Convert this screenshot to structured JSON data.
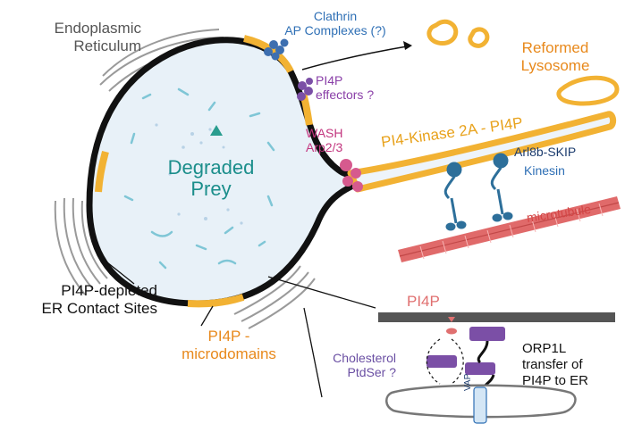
{
  "labels": {
    "endoplasmic_reticulum": "Endoplasmic\nReticulum",
    "clathrin": "Clathrin\nAP Complexes (?)",
    "reformed_lysosome": "Reformed\nLysosome",
    "pi4p_effectors": "PI4P\neffectors ?",
    "wash": "WASH\nArp2/3",
    "pi4k": "PI4-Kinase 2A - PI4P",
    "degraded_prey": "Degraded\nPrey",
    "arl8b": "Arl8b-SKIP",
    "kinesin": "Kinesin",
    "microtubule": "microtubule",
    "pi4p_depleted": "PI4P-depleted\nER Contact Sites",
    "pi4p_microdomains": "PI4P -\nmicrodomains",
    "pi4p_inset": "PI4P",
    "cholesterol": "Cholesterol\nPtdSer ?",
    "orp1l": "ORP1L\ntransfer of\nPI4P to ER",
    "vap": "VAP"
  },
  "colors": {
    "membrane": "#111111",
    "microdomain": "#f2b233",
    "lumen": "#e8f1f8",
    "er": "#9a9a9a",
    "microtubule": "#e06a6a",
    "orp1l": "#7b4fa6",
    "kinesin": "#2d6f9a",
    "wash": "#d65a8e",
    "clathrin": "#3d6fb0"
  }
}
